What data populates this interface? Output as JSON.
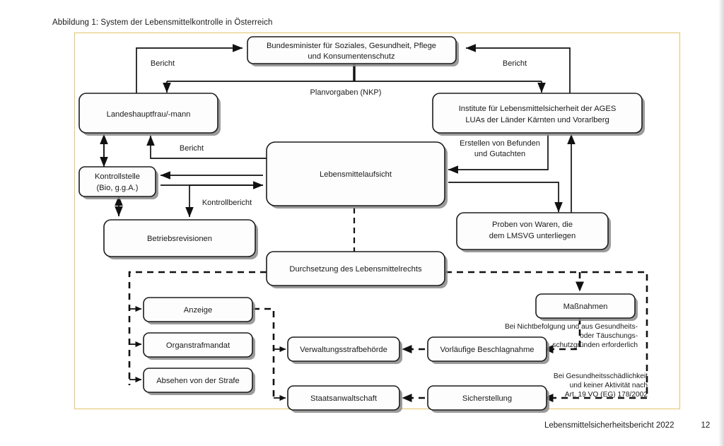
{
  "page": {
    "caption": "Abbildung 1: System der Lebensmittelkontrolle in Österreich",
    "footer_text": "Lebensmittelsicherheitsbericht 2022",
    "footer_page": "12",
    "frame_color": "#e3c268",
    "text_color": "#1a1a1a",
    "line_color": "#111111"
  },
  "chart_data": {
    "type": "diagram",
    "title": "Abbildung 1: System der Lebensmittelkontrolle in Österreich",
    "nodes": [
      {
        "id": "bm",
        "label_line1": "Bundesminister für Soziales, Gesundheit, Pflege",
        "label_line2": "und Konsumentenschutz"
      },
      {
        "id": "lhf",
        "label_line1": "Landeshauptfrau/-mann",
        "label_line2": ""
      },
      {
        "id": "ages",
        "label_line1": "Institute für Lebensmittelsicherheit der AGES",
        "label_line2": "LUAs der Länder Kärnten und Vorarlberg"
      },
      {
        "id": "ks",
        "label_line1": "Kontrollstelle",
        "label_line2": "(Bio, g.g.A.)"
      },
      {
        "id": "lma",
        "label_line1": "Lebensmittelaufsicht",
        "label_line2": ""
      },
      {
        "id": "proben",
        "label_line1": "Proben von Waren, die",
        "label_line2": "dem LMSVG unterliegen"
      },
      {
        "id": "betr",
        "label_line1": "Betriebsrevisionen",
        "label_line2": ""
      },
      {
        "id": "durch",
        "label_line1": "Durchsetzung des Lebensmittelrechts",
        "label_line2": ""
      },
      {
        "id": "anz",
        "label_line1": "Anzeige",
        "label_line2": ""
      },
      {
        "id": "org",
        "label_line1": "Organstrafmandat",
        "label_line2": ""
      },
      {
        "id": "abs",
        "label_line1": "Absehen von der Strafe",
        "label_line2": ""
      },
      {
        "id": "mass",
        "label_line1": "Maßnahmen",
        "label_line2": ""
      },
      {
        "id": "vwstr",
        "label_line1": "Verwaltungsstrafbehörde",
        "label_line2": ""
      },
      {
        "id": "vorl",
        "label_line1": "Vorläufige Beschlagnahme",
        "label_line2": ""
      },
      {
        "id": "staat",
        "label_line1": "Staatsanwaltschaft",
        "label_line2": ""
      },
      {
        "id": "sich",
        "label_line1": "Sicherstellung",
        "label_line2": ""
      }
    ],
    "edge_labels": [
      {
        "id": "bericht_left",
        "text": "Bericht"
      },
      {
        "id": "bericht_right",
        "text": "Bericht"
      },
      {
        "id": "planvorgaben",
        "text": "Planvorgaben (NKP)"
      },
      {
        "id": "bericht_mid",
        "text": "Bericht"
      },
      {
        "id": "kontrollbericht",
        "text": "Kontrollbericht"
      },
      {
        "id": "befunde_l1",
        "text": "Erstellen von Befunden"
      },
      {
        "id": "befunde_l2",
        "text": "und Gutachten"
      },
      {
        "id": "nichtbefolgung_l1",
        "text": "Bei Nichtbefolgung und aus Gesundheits-"
      },
      {
        "id": "nichtbefolgung_l2",
        "text": "oder Täuschungs-"
      },
      {
        "id": "nichtbefolgung_l3",
        "text": "schutzgründen erforderlich"
      },
      {
        "id": "gesundheit_l1",
        "text": "Bei Gesundheitsschädlichkeit"
      },
      {
        "id": "gesundheit_l2",
        "text": "und keiner Aktivität nach"
      },
      {
        "id": "gesundheit_l3",
        "text": "Art. 19 VO (EG) 178/2002"
      }
    ]
  }
}
